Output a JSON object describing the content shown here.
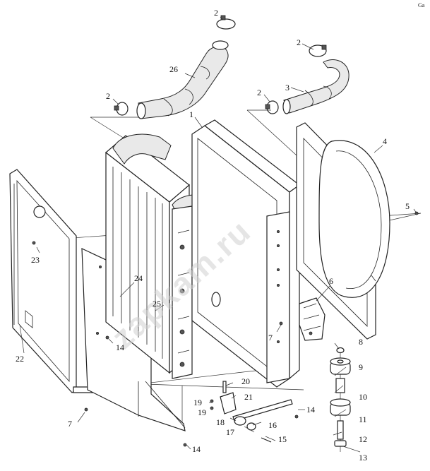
{
  "diagram": {
    "watermark": "zapkam.ru",
    "corner_mark": "Ga",
    "parts": [
      {
        "id": "p1",
        "label": "1"
      },
      {
        "id": "p2a",
        "label": "2"
      },
      {
        "id": "p2b",
        "label": "2"
      },
      {
        "id": "p2c",
        "label": "2"
      },
      {
        "id": "p2d",
        "label": "2"
      },
      {
        "id": "p3",
        "label": "3"
      },
      {
        "id": "p4",
        "label": "4"
      },
      {
        "id": "p5",
        "label": "5"
      },
      {
        "id": "p6",
        "label": "6"
      },
      {
        "id": "p7a",
        "label": "7"
      },
      {
        "id": "p7b",
        "label": "7"
      },
      {
        "id": "p8",
        "label": "8"
      },
      {
        "id": "p9",
        "label": "9"
      },
      {
        "id": "p10",
        "label": "10"
      },
      {
        "id": "p11",
        "label": "11"
      },
      {
        "id": "p12",
        "label": "12"
      },
      {
        "id": "p13",
        "label": "13"
      },
      {
        "id": "p14a",
        "label": "14"
      },
      {
        "id": "p14b",
        "label": "14"
      },
      {
        "id": "p14c",
        "label": "14"
      },
      {
        "id": "p15",
        "label": "15"
      },
      {
        "id": "p16",
        "label": "16"
      },
      {
        "id": "p17",
        "label": "17"
      },
      {
        "id": "p18",
        "label": "18"
      },
      {
        "id": "p19a",
        "label": "19"
      },
      {
        "id": "p19b",
        "label": "19"
      },
      {
        "id": "p20",
        "label": "20"
      },
      {
        "id": "p21",
        "label": "21"
      },
      {
        "id": "p22",
        "label": "22"
      },
      {
        "id": "p23",
        "label": "23"
      },
      {
        "id": "p24",
        "label": "24"
      },
      {
        "id": "p25",
        "label": "25"
      },
      {
        "id": "p26",
        "label": "26"
      }
    ]
  }
}
